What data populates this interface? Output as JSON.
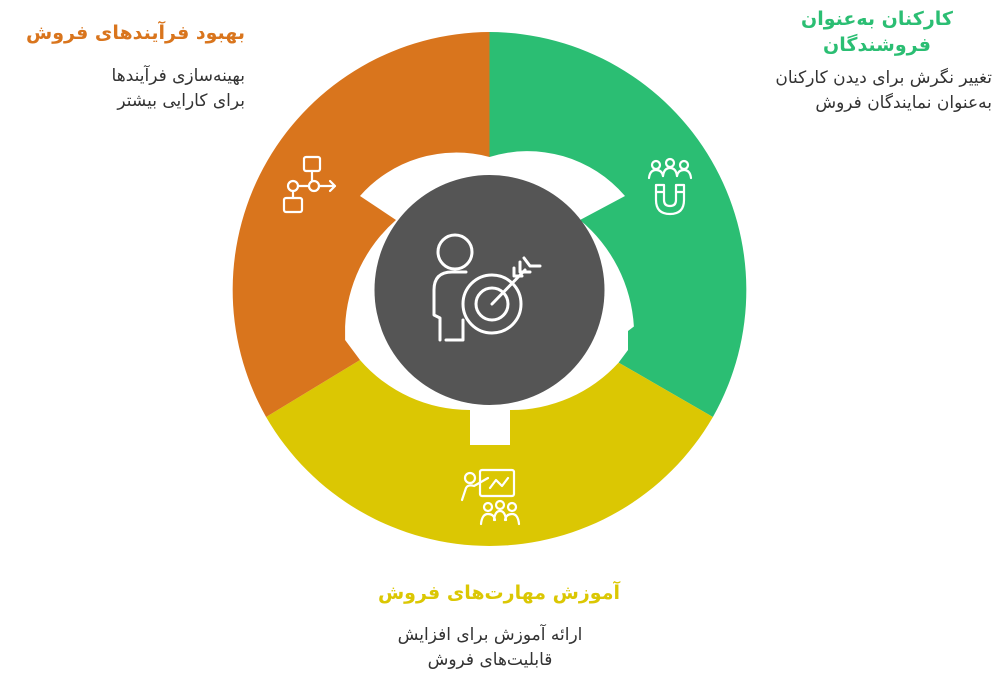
{
  "colors": {
    "orange": "#D9751D",
    "green": "#2BBE73",
    "yellow": "#DBC703",
    "center": "#555555"
  },
  "segments": [
    {
      "id": "sales-processes",
      "title": "بهبود فرآیندهای فروش",
      "description_lines": [
        "بهینه‌سازی فرآیندها",
        "برای کارایی بیشتر"
      ],
      "icon": "workflow-icon",
      "color": "#D9751D"
    },
    {
      "id": "employees-as-sellers",
      "title_lines": [
        "کارکنان به‌عنوان",
        "فروشندگان"
      ],
      "description_lines": [
        "تغییر نگرش برای دیدن کارکنان",
        "به‌عنوان نمایندگان فروش"
      ],
      "icon": "people-magnet-icon",
      "color": "#2BBE73"
    },
    {
      "id": "sales-skills-training",
      "title": "آموزش مهارت‌های فروش",
      "description_lines": [
        "ارائه آموزش برای افزایش",
        "قابلیت‌های فروش"
      ],
      "icon": "presentation-training-icon",
      "color": "#DBC703"
    }
  ],
  "center_icon": "person-target-icon"
}
